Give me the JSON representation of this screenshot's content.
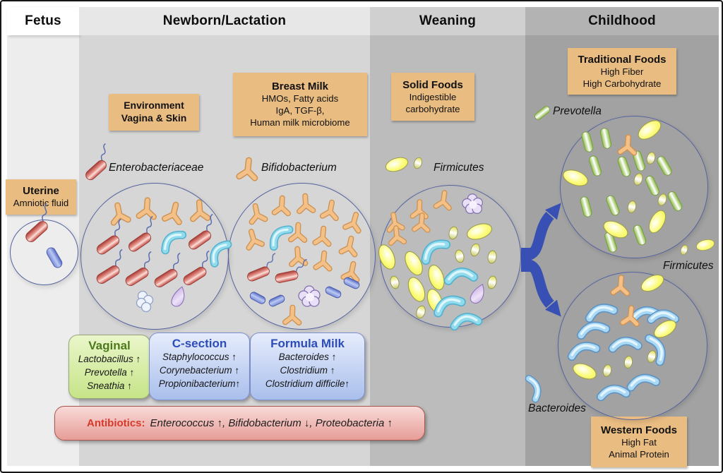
{
  "stages": [
    {
      "label": "Fetus"
    },
    {
      "label": "Newborn/Lactation"
    },
    {
      "label": "Weaning"
    },
    {
      "label": "Childhood"
    }
  ],
  "boxes": {
    "uterine": {
      "title": "Uterine",
      "lines": [
        "Amniotic fluid"
      ]
    },
    "environment": {
      "lines": [
        "Environment",
        "Vagina & Skin"
      ]
    },
    "breast_milk": {
      "title": "Breast Milk",
      "lines": [
        "HMOs, Fatty acids",
        "IgA, TGF-β,",
        "Human milk microbiome"
      ]
    },
    "solid_foods": {
      "title": "Solid Foods",
      "lines": [
        "Indigestible",
        "carbohydrate"
      ]
    },
    "traditional_foods": {
      "title": "Traditional Foods",
      "lines": [
        "High Fiber",
        "High Carbohydrate"
      ]
    },
    "western_foods": {
      "title": "Western Foods",
      "lines": [
        "High Fat",
        "Animal Protein"
      ]
    }
  },
  "organism_labels": {
    "enterobacteriaceae": "Enterobacteriaceae",
    "bifidobacterium": "Bifidobacterium",
    "firmicutes_weaning": "Firmicutes",
    "prevotella": "Prevotella",
    "firmicutes_childhood": "Firmicutes",
    "bacteroides": "Bacteroides"
  },
  "panels": {
    "vaginal": {
      "title": "Vaginal",
      "items": [
        "Lactobacillus ↑",
        "Prevotella  ↑",
        "Sneathia  ↑"
      ]
    },
    "c_section": {
      "title": "C-section",
      "items": [
        "Staphylococcus ↑",
        "Corynebacterium  ↑",
        "Propionibacterium↑"
      ]
    },
    "formula_milk": {
      "title": "Formula Milk",
      "items": [
        "Bacteroides ↑",
        "Clostridium  ↑",
        "Clostridium difficile↑"
      ]
    },
    "antibiotics": {
      "label": "Antibiotics:",
      "text": "Enterococcus ↑, Bifidobacterium ↓, Proteobacteria ↑"
    }
  },
  "palette": {
    "tan_box": "#e9bc82",
    "vaginal_title_green": "#4c7a1d",
    "section_title_blue": "#2c4cb8",
    "antibiotics_red": "#d63a2a",
    "circle_border": "#55639f",
    "fork_arrow_blue": "#3850b4"
  }
}
